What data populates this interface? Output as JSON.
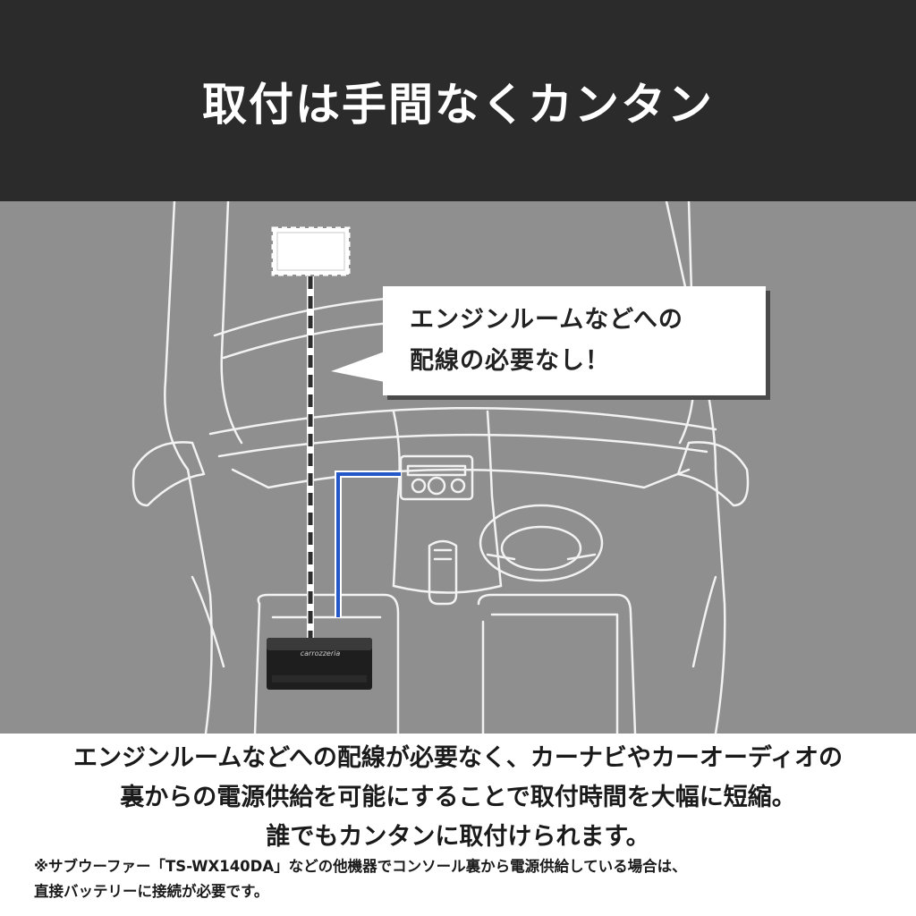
{
  "header": {
    "title": "取付は手間なくカンタン"
  },
  "diagram": {
    "callout_lines": [
      "エンジンルームなどへの",
      "配線の必要なし！"
    ],
    "amp_brand": "carrozzeria",
    "colors": {
      "background": "#8f8f8f",
      "outline": "#f2f2f2",
      "wire_blue": "#2457c7",
      "dashed_line": "#2e2e2e"
    }
  },
  "caption": {
    "lines": [
      "エンジンルームなどへの配線が必要なく、カーナビやカーオーディオの",
      "裏からの電源供給を可能にすることで取付時間を大幅に短縮。",
      "誰でもカンタンに取付けられます。"
    ],
    "note_lines": [
      "※サブウーファー「TS-WX140DA」などの他機器でコンソール裏から電源供給している場合は、",
      "直接バッテリーに接続が必要です。"
    ]
  }
}
